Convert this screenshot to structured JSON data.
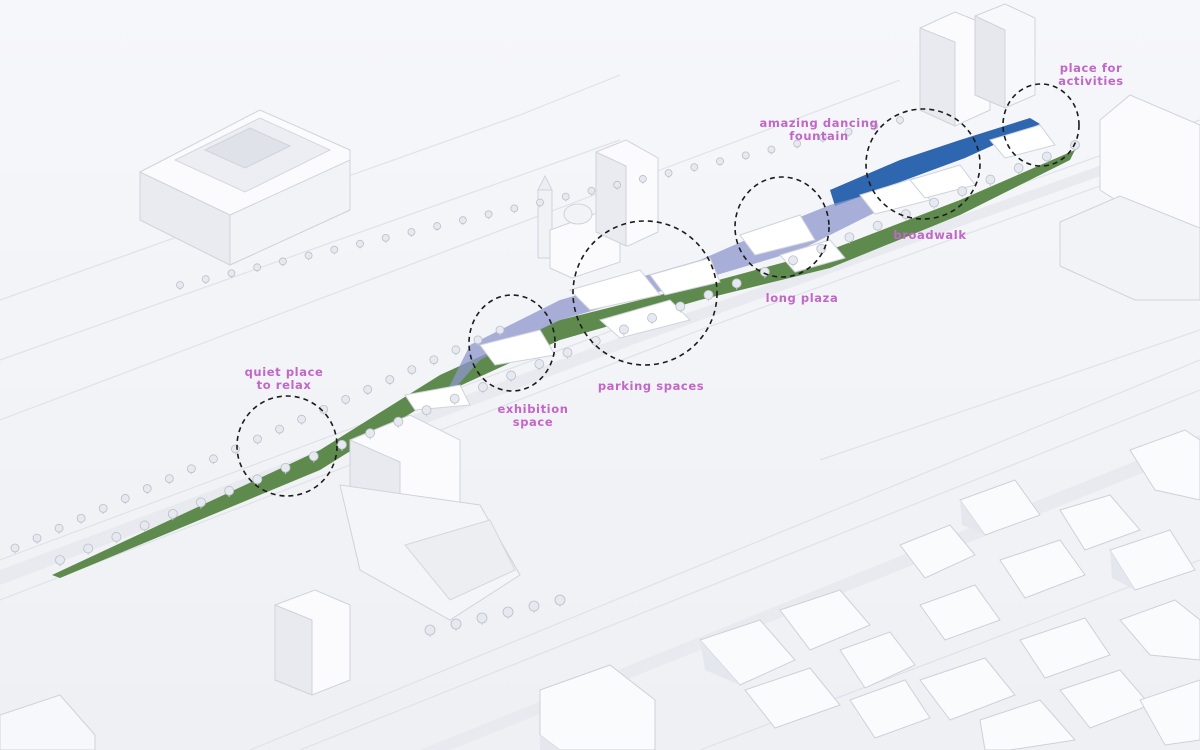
{
  "diagram": {
    "colors": {
      "annotation": "#c266c8",
      "green_strip": "#5f8a4e",
      "water": "#2f66b0",
      "plaza_blue": "#8e95cc",
      "building": "#fbfbfd",
      "ground": "#f4f5f8"
    },
    "zones": [
      {
        "id": "quiet",
        "lines": [
          "quiet place",
          "to relax"
        ]
      },
      {
        "id": "exhibition",
        "lines": [
          "exhibition",
          "space"
        ]
      },
      {
        "id": "parking",
        "lines": [
          "parking spaces"
        ]
      },
      {
        "id": "plaza",
        "lines": [
          "long plaza"
        ]
      },
      {
        "id": "fountain",
        "lines": [
          "amazing dancing",
          "fountain"
        ]
      },
      {
        "id": "broadwalk",
        "lines": [
          "broadwalk"
        ]
      },
      {
        "id": "activities",
        "lines": [
          "place for",
          "activities"
        ]
      }
    ]
  }
}
